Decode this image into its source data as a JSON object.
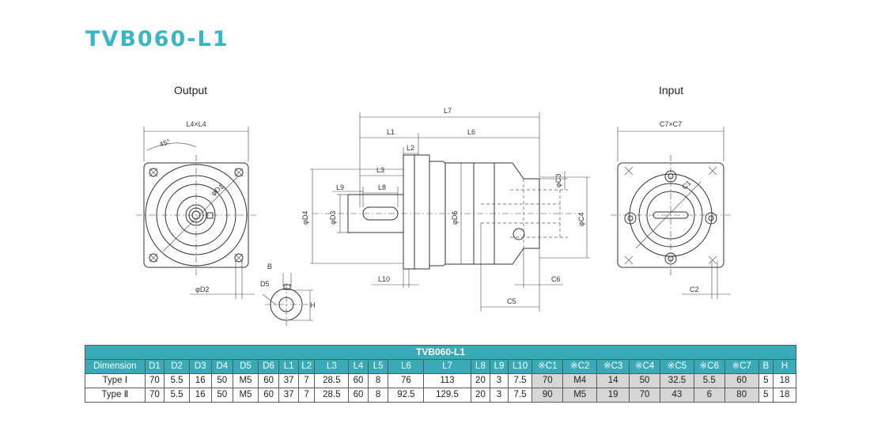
{
  "title": "TVB060-L1",
  "accent_color": "#38b6c6",
  "header_color": "#3aaab8",
  "views": {
    "output": "Output",
    "input": "Input"
  },
  "labels": {
    "l4xl4": "L4×L4",
    "angle": "45°",
    "od1": "φD1",
    "od2": "φD2",
    "l7": "L7",
    "l1": "L1",
    "l6": "L6",
    "l2": "L2",
    "l3": "L3",
    "l9": "L9",
    "l8": "L8",
    "od4": "φD4",
    "od3": "φD3",
    "od6": "φD6",
    "oc3": "φC3",
    "oc4": "φC4",
    "l10": "L10",
    "c6": "C6",
    "c5": "C5",
    "c7xc7": "C7×C7",
    "c1": "C1",
    "c2": "C2",
    "b": "B",
    "d5": "D5",
    "h": "H"
  },
  "table": {
    "title": "TVB060-L1",
    "headers": [
      "Dimension",
      "D1",
      "D2",
      "D3",
      "D4",
      "D5",
      "D6",
      "L1",
      "L2",
      "L3",
      "L4",
      "L5",
      "L6",
      "L7",
      "L8",
      "L9",
      "L10",
      "※C1",
      "※C2",
      "※C3",
      "※C4",
      "※C5",
      "※C6",
      "※C7",
      "B",
      "H"
    ],
    "rows": [
      [
        "Type Ⅰ",
        "70",
        "5.5",
        "16",
        "50",
        "M5",
        "60",
        "37",
        "7",
        "28.5",
        "60",
        "8",
        "76",
        "113",
        "20",
        "3",
        "7.5",
        "70",
        "M4",
        "14",
        "50",
        "32.5",
        "5.5",
        "60",
        "5",
        "18"
      ],
      [
        "Type Ⅱ",
        "70",
        "5.5",
        "16",
        "50",
        "M5",
        "60",
        "37",
        "7",
        "28.5",
        "60",
        "8",
        "92.5",
        "129.5",
        "20",
        "3",
        "7.5",
        "90",
        "M5",
        "19",
        "70",
        "43",
        "6",
        "80",
        "5",
        "18"
      ]
    ]
  }
}
